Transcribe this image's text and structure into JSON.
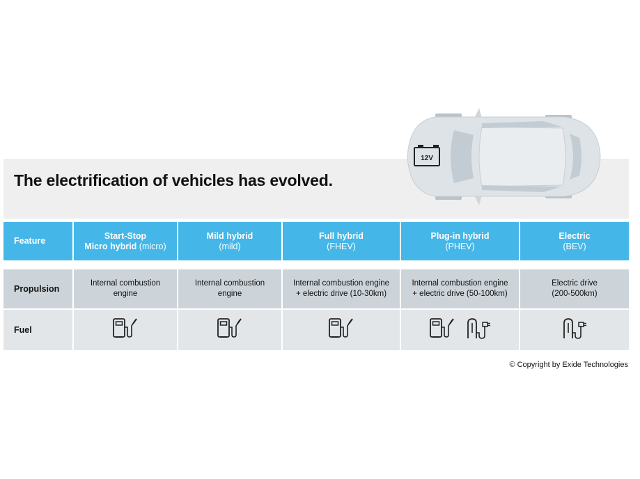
{
  "title": "The electrification of vehicles has evolved.",
  "battery_label": "12V",
  "headers": [
    {
      "bold": "Feature",
      "sub": ""
    },
    {
      "bold": "Start-Stop",
      "bold2": "Micro hybrid",
      "sub": "(micro)"
    },
    {
      "bold": "Mild hybrid",
      "sub": "(mild)"
    },
    {
      "bold": "Full hybrid",
      "sub": "(FHEV)"
    },
    {
      "bold": "Plug-in hybrid",
      "sub": "(PHEV)"
    },
    {
      "bold": "Electric",
      "sub": "(BEV)"
    }
  ],
  "rows": {
    "propulsion": {
      "label": "Propulsion",
      "cells": [
        [
          "Internal combustion",
          "engine"
        ],
        [
          "Internal combustion",
          "engine"
        ],
        [
          "Internal combustion engine",
          "+ electric drive (10-30km)"
        ],
        [
          "Internal combustion engine",
          "+ electric drive (50-100km)"
        ],
        [
          "Electric drive",
          "(200-500km)"
        ]
      ]
    },
    "fuel": {
      "label": "Fuel",
      "icons": [
        [
          "fuel-pump-icon"
        ],
        [
          "fuel-pump-icon"
        ],
        [
          "fuel-pump-icon"
        ],
        [
          "fuel-pump-icon",
          "charging-plug-icon"
        ],
        [
          "charging-plug-icon"
        ]
      ]
    }
  },
  "copyright": "© Copyright by Exide Technologies",
  "colors": {
    "header_blue": "#45b6e8",
    "propulsion_row": "#cdd4d9",
    "fuel_row": "#e2e6e9",
    "banner": "#efefef"
  }
}
